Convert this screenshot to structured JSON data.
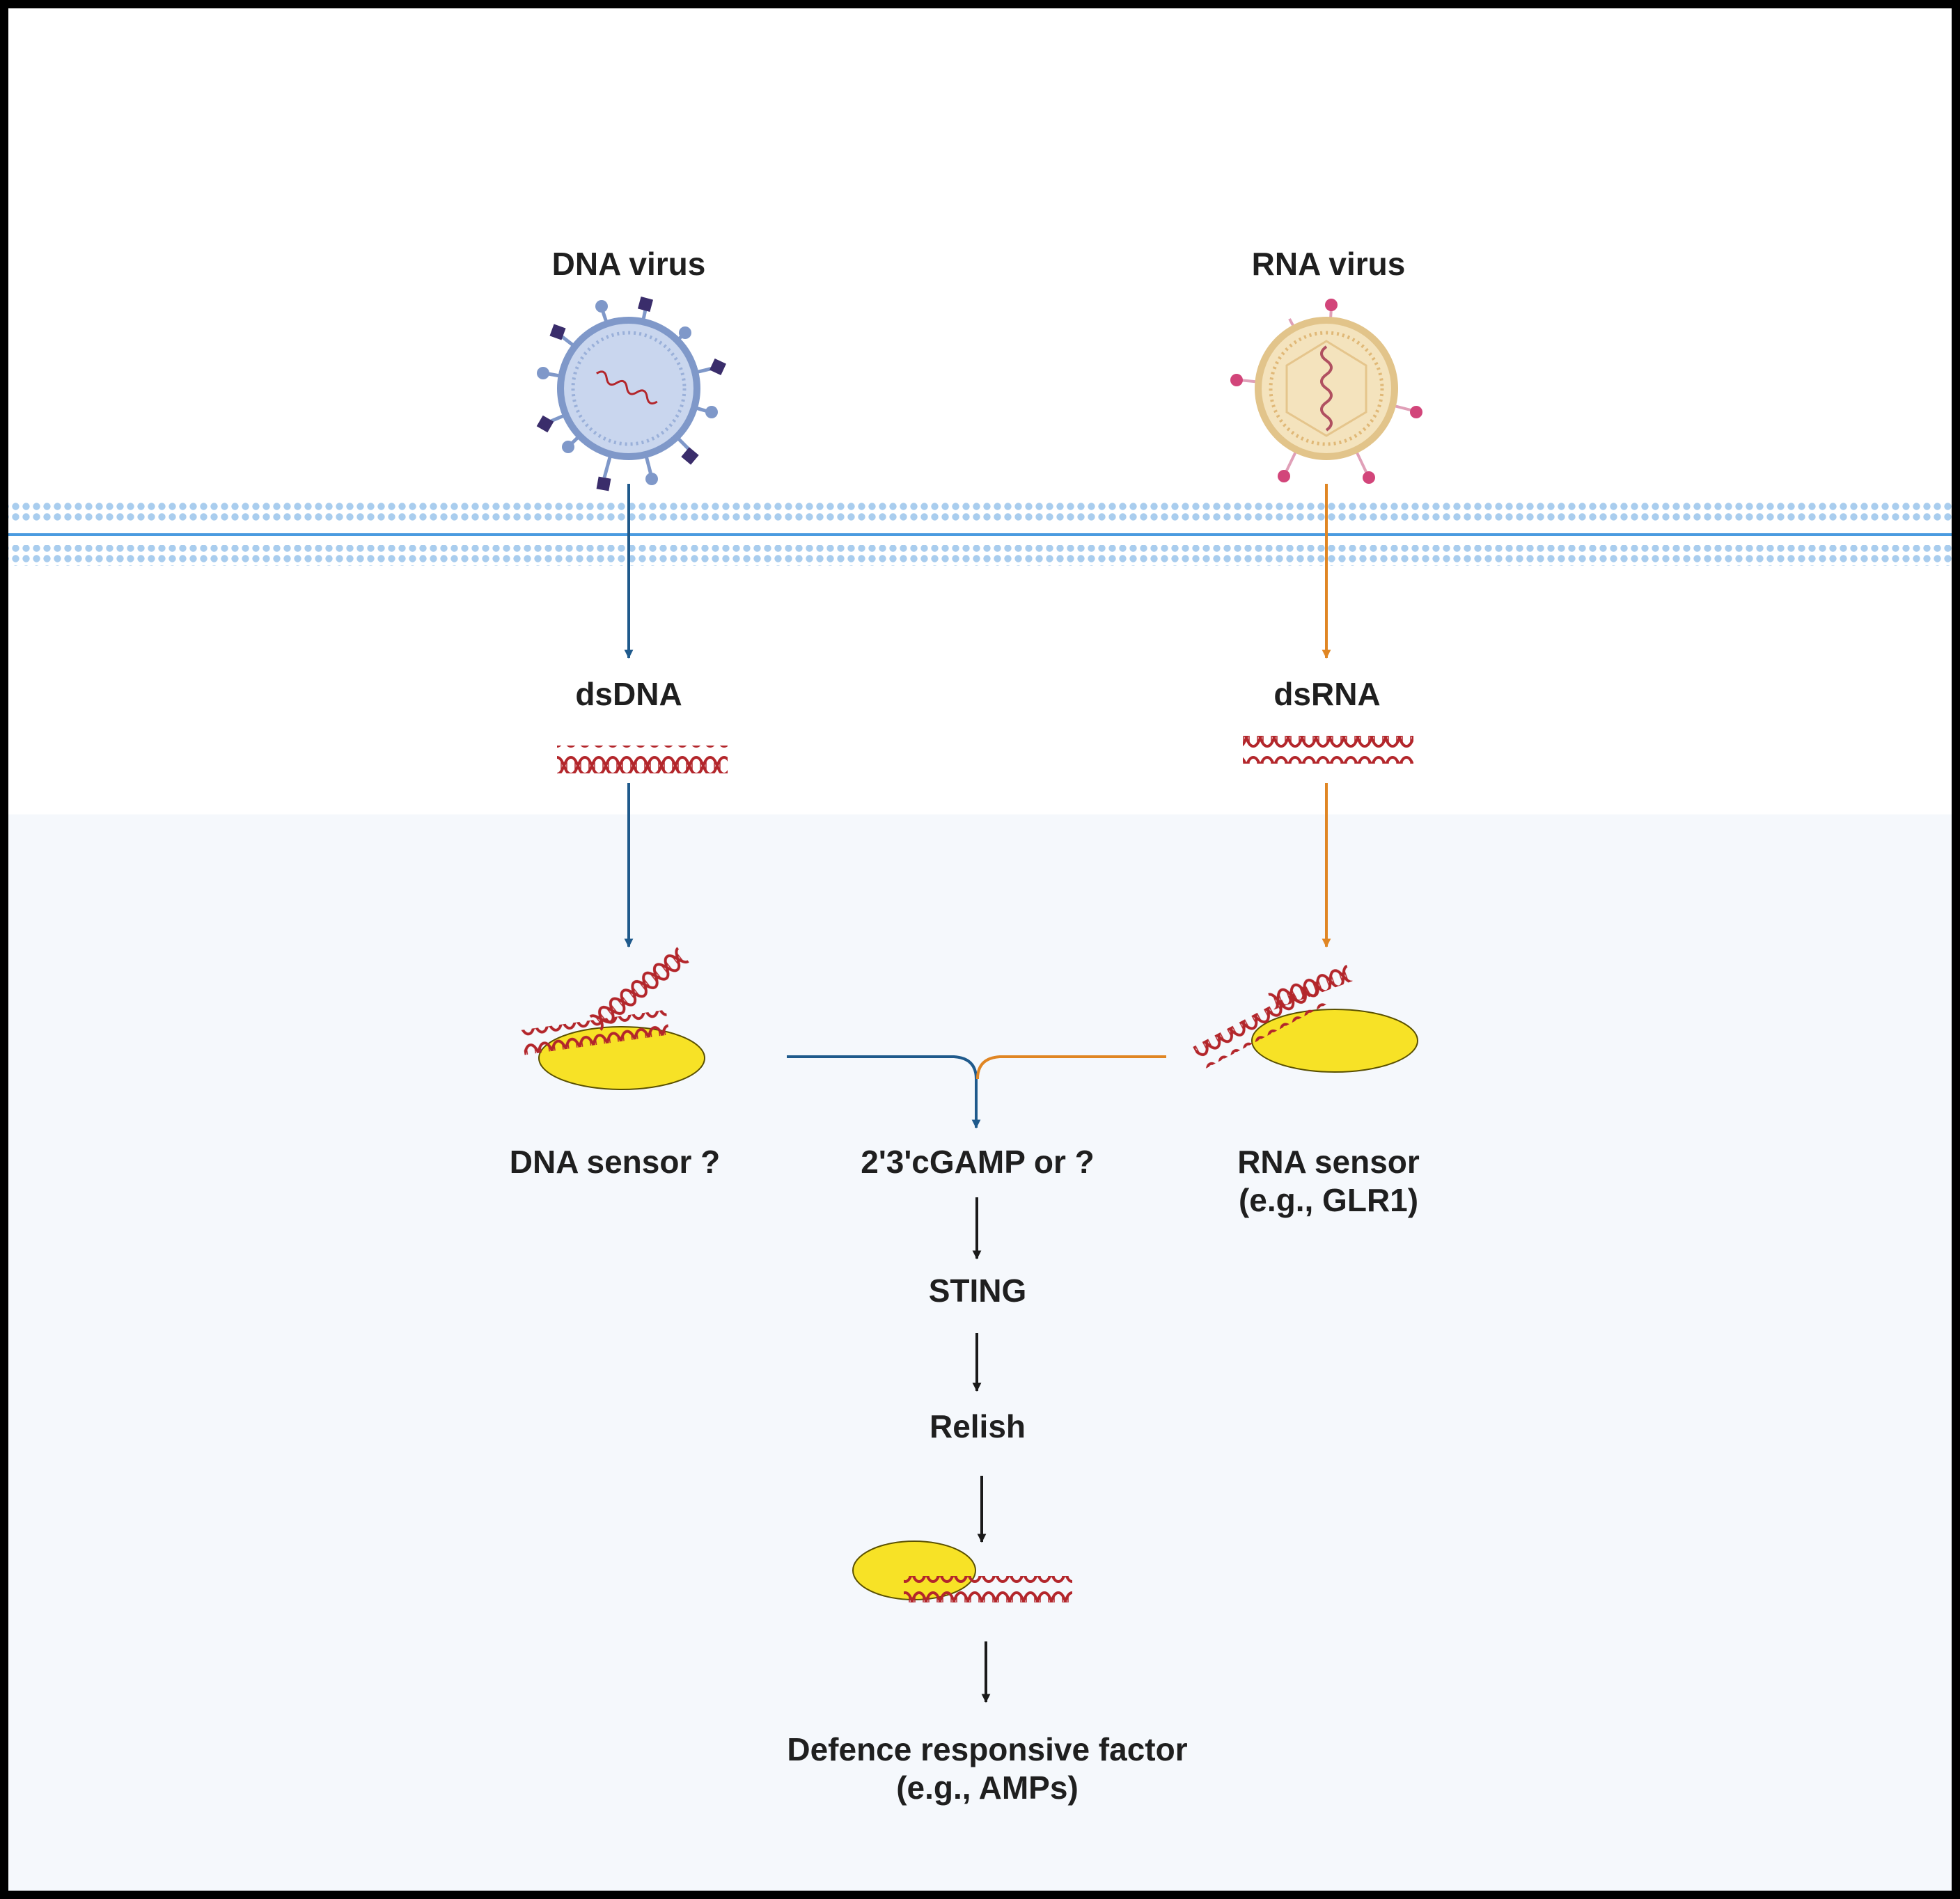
{
  "labels": {
    "dna_virus": "DNA virus",
    "rna_virus": "RNA virus",
    "dsdna": "dsDNA",
    "dsrna": "dsRNA",
    "dna_sensor": "DNA sensor ?",
    "cgamp": "2'3'cGAMP or ?",
    "rna_sensor_line1": "RNA sensor",
    "rna_sensor_line2": "(e.g., GLR1)",
    "sting": "STING",
    "relish": "Relish",
    "defence_line1": "Defence responsive factor",
    "defence_line2": "(e.g., AMPs)"
  },
  "colors": {
    "border": "#000000",
    "cytoplasm": "#f5f8fc",
    "membrane": "#a9cdee",
    "membrane_line": "#4a9be0",
    "dna_arrow": "#1f5a8c",
    "rna_arrow": "#e08624",
    "black_arrow": "#1a1a1a",
    "sensor_fill": "#f7e226",
    "nucleic_acid": "#b3262b",
    "dna_virus_fill": "#c9d6ee",
    "dna_virus_stroke": "#7f98c9",
    "rna_virus_fill": "#f4e3bd",
    "rna_virus_stroke": "#e2c48a",
    "dna_spike_head": "#3a2d6b",
    "rna_spike_head": "#d2457a"
  }
}
